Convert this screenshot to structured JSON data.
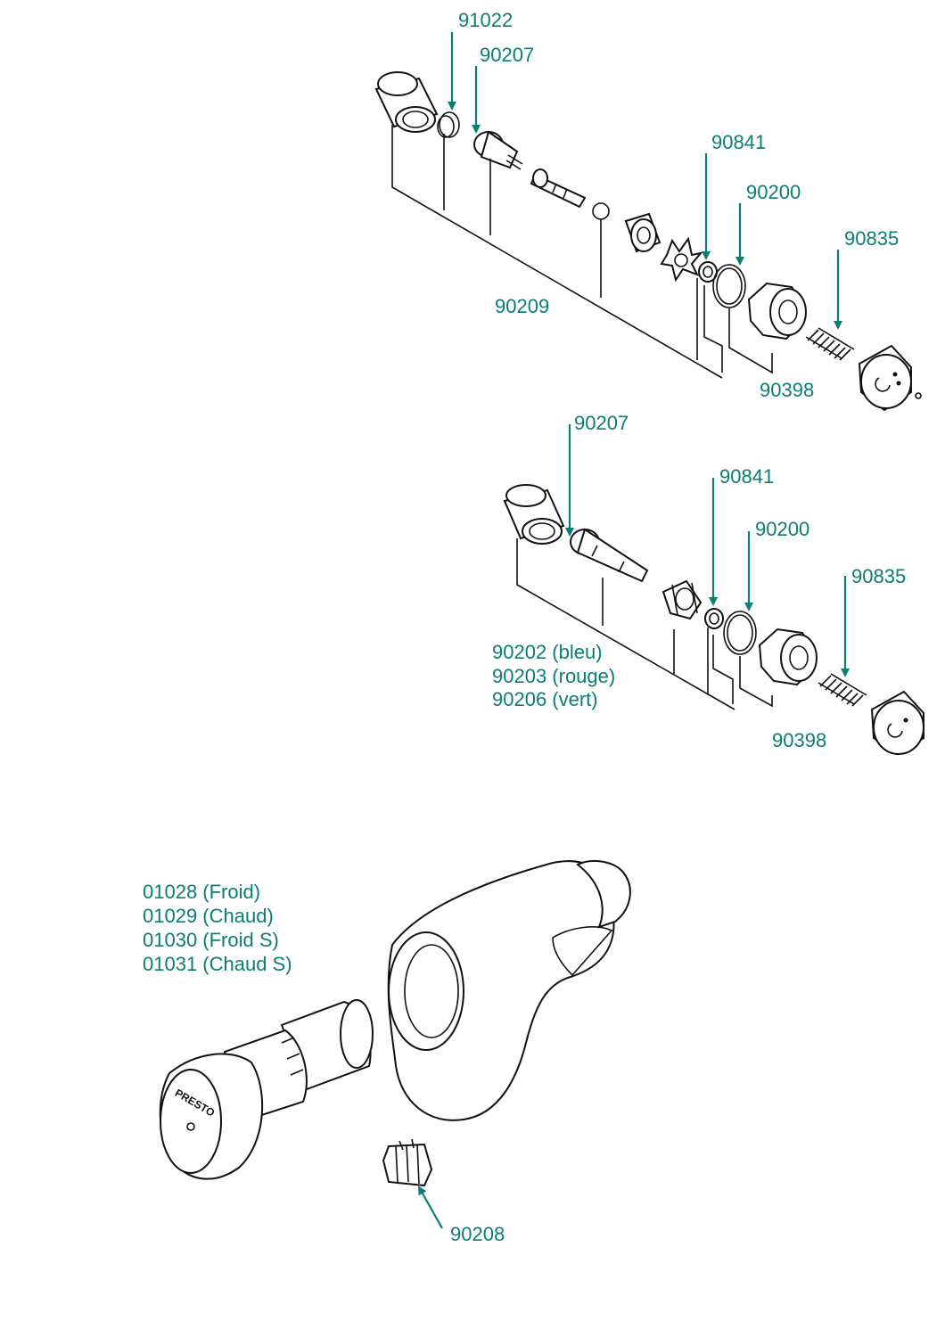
{
  "accent_color": "#0b7d74",
  "assembly_1": {
    "labels": {
      "p91022": "91022",
      "p90207": "90207",
      "p90841": "90841",
      "p90200": "90200",
      "p90835": "90835",
      "p90209": "90209",
      "p90398": "90398"
    }
  },
  "assembly_2": {
    "labels": {
      "p90207": "90207",
      "p90841": "90841",
      "p90200": "90200",
      "p90835": "90835",
      "p90398": "90398",
      "variant_bleu": "90202 (bleu)",
      "variant_rouge": "90203 (rouge)",
      "variant_vert": "90206 (vert)"
    }
  },
  "assembly_3": {
    "labels": {
      "froid": "01028 (Froid)",
      "chaud": "01029 (Chaud)",
      "froid_s": "01030 (Froid S)",
      "chaud_s": "01031 (Chaud S)",
      "p90208": "90208"
    },
    "knob_marking": "PRESTO"
  }
}
